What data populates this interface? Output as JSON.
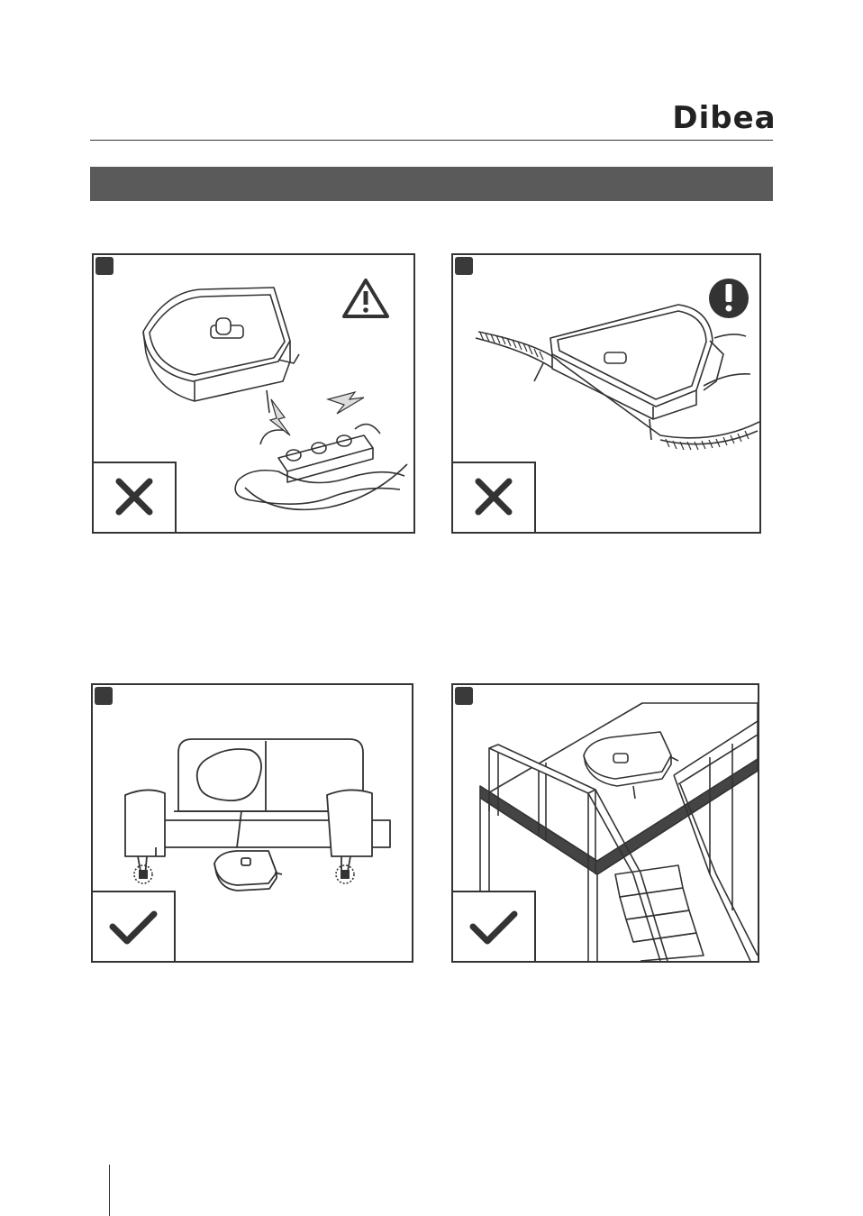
{
  "brand": {
    "logo_text": "Dibea"
  },
  "colors": {
    "section_bar": "#5a5a5a",
    "line": "#333333",
    "badge": "#3a3a3a"
  },
  "panels": [
    {
      "name": "power-strip-warning",
      "mark": "cross-icon",
      "badge_icon": "warning-triangle-icon"
    },
    {
      "name": "carpet-fringe-warning",
      "mark": "cross-icon",
      "badge_icon": "exclamation-circle-icon"
    },
    {
      "name": "sofa-clearance",
      "mark": "check-icon"
    },
    {
      "name": "stair-railing",
      "mark": "check-icon"
    }
  ]
}
